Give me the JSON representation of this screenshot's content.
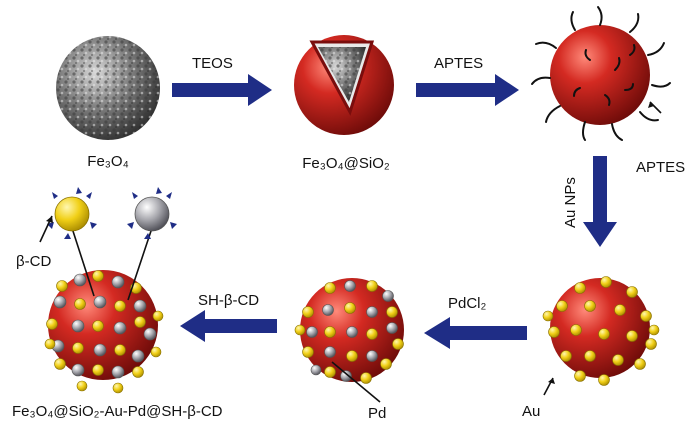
{
  "steps": {
    "teos": "TEOS",
    "aptes": "APTES",
    "au_nps": "Au NPs",
    "pdcl2": "PdCl₂",
    "sh_b_cd": "SH-β-CD"
  },
  "products": {
    "fe3o4": "Fe₃O₄",
    "fe3o4_sio2": "Fe₃O₄@SiO₂",
    "final": "Fe₃O₄@SiO₂-Au-Pd@SH-β-CD"
  },
  "annotations": {
    "aptes": "APTES",
    "au": "Au",
    "pd": "Pd",
    "b_cd": "β-CD"
  },
  "colors": {
    "arrow": "#1f2d86",
    "shell_red": "#b51a1a",
    "gold": "#f2d21b",
    "pd_gray": "#b8b8c0",
    "core_gray": "#6f6f6f"
  }
}
